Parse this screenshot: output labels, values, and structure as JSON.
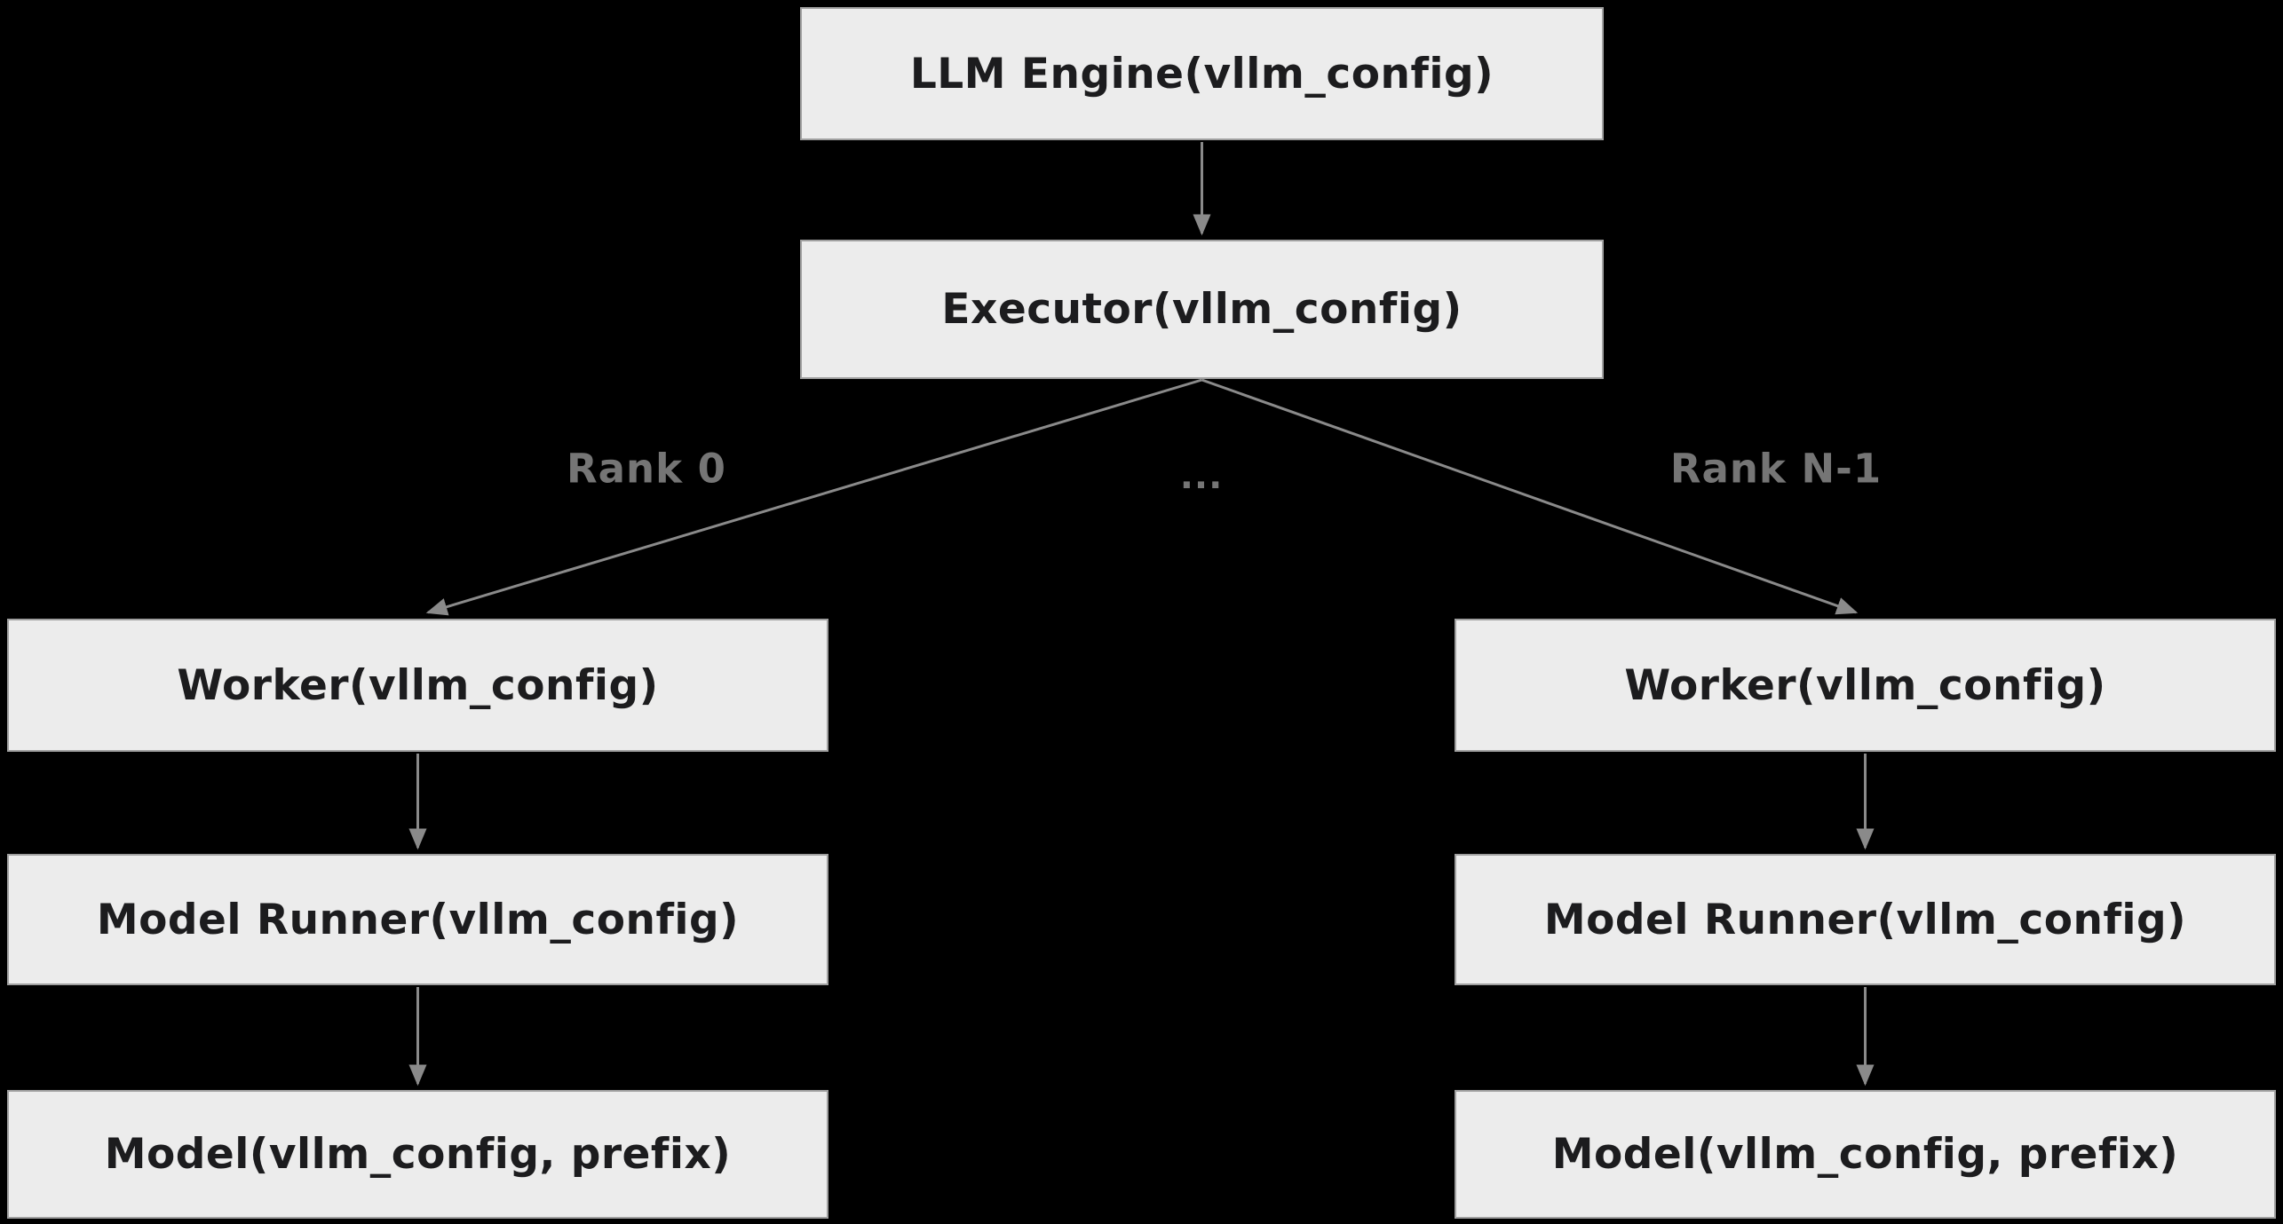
{
  "colors": {
    "background": "#000000",
    "node-fill": "#ececec",
    "node-border": "#a0a0a0",
    "node-text": "#1c1c1e",
    "edge-color": "#8a8a8a",
    "label-color": "#757575"
  },
  "diagram": {
    "nodes": {
      "llm_engine": {
        "label": "LLM Engine(vllm_config)"
      },
      "executor": {
        "label": "Executor(vllm_config)"
      },
      "worker_left": {
        "label": "Worker(vllm_config)"
      },
      "model_runner_left": {
        "label": "Model Runner(vllm_config)"
      },
      "model_left": {
        "label": "Model(vllm_config, prefix)"
      },
      "worker_right": {
        "label": "Worker(vllm_config)"
      },
      "model_runner_right": {
        "label": "Model Runner(vllm_config)"
      },
      "model_right": {
        "label": "Model(vllm_config, prefix)"
      }
    },
    "edge_labels": {
      "rank_0": "Rank 0",
      "ellipsis": "...",
      "rank_n_minus_1": "Rank N-1"
    }
  }
}
